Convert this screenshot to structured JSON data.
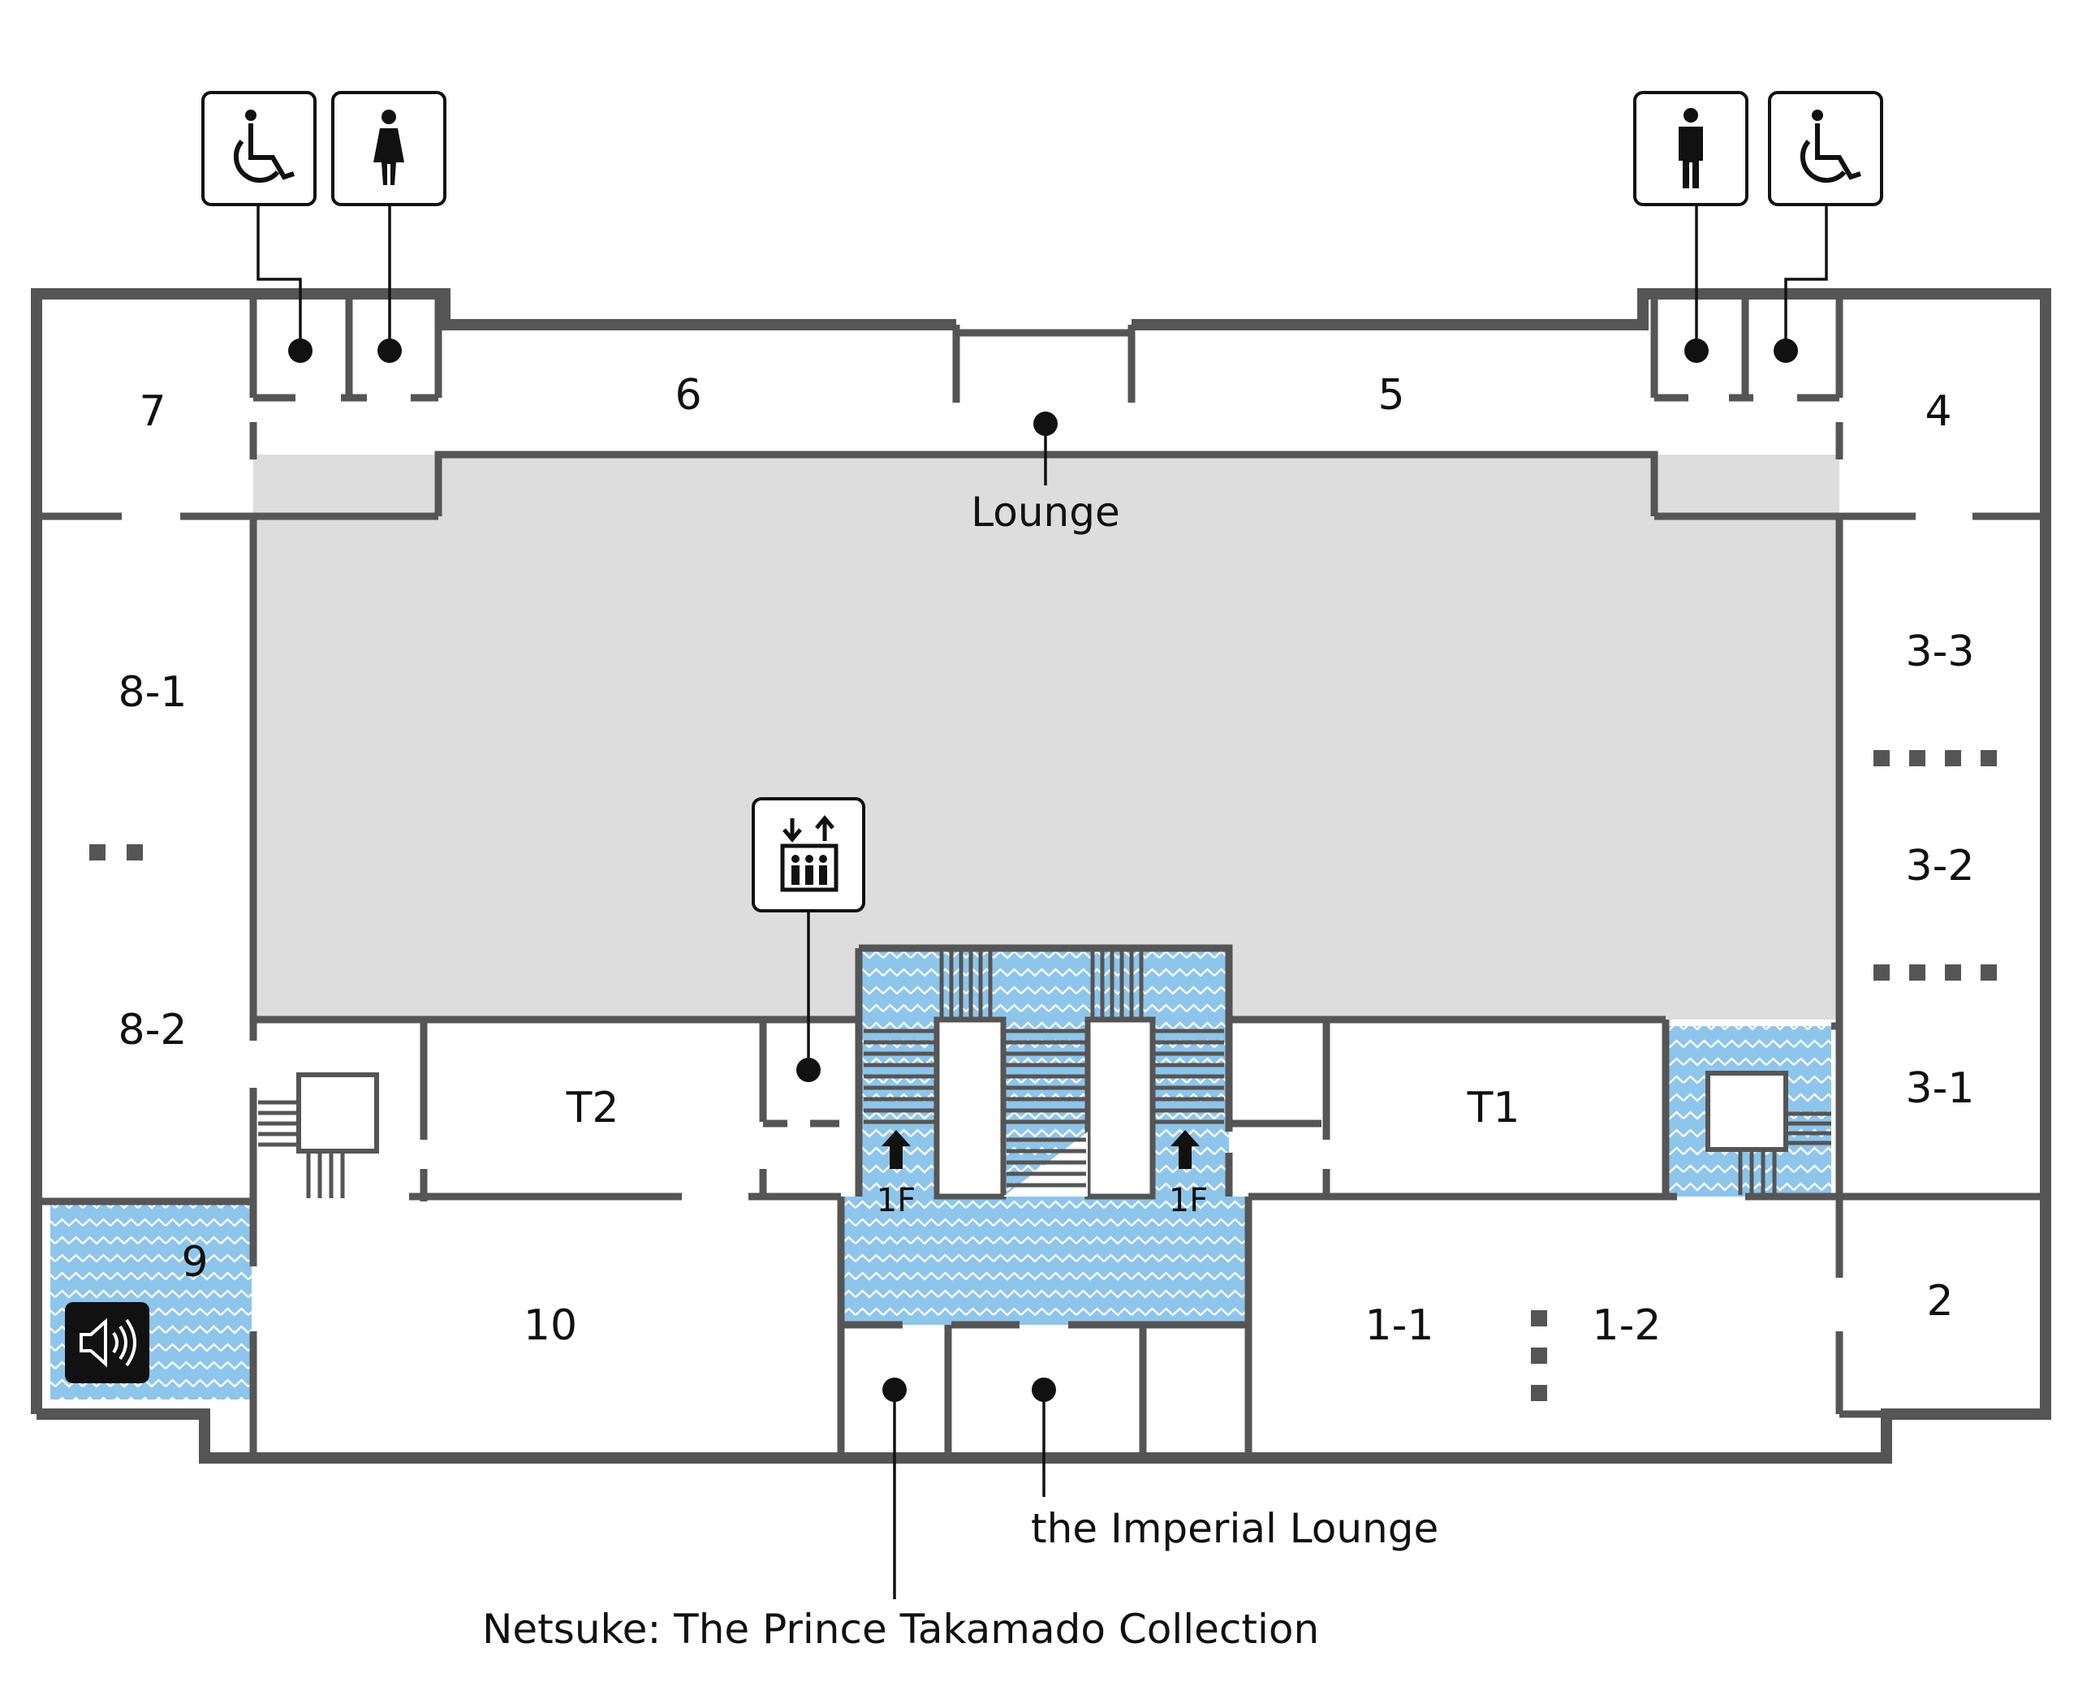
{
  "colors": {
    "wall": "#555555",
    "inner_courtyard": "#dddddd",
    "accessible_area": "#8ec5ea",
    "accessible_wave": "#ffffff",
    "text": "#111111"
  },
  "rooms": {
    "r7": "7",
    "r6": "6",
    "r5": "5",
    "r4": "4",
    "r8_1": "8-1",
    "r8_2": "8-2",
    "r3_3": "3-3",
    "r3_2": "3-2",
    "r3_1": "3-1",
    "rT2": "T2",
    "rT1": "T1",
    "r9": "9",
    "r10": "10",
    "r1_1": "1-1",
    "r1_2": "1-2",
    "r2": "2"
  },
  "floor_markers": {
    "left": "1F",
    "right": "1F"
  },
  "callouts": {
    "lounge": "Lounge",
    "imperial_lounge": "the Imperial Lounge",
    "netsuke": "Netsuke: The Prince Takamado Collection"
  },
  "icons": [
    "wheelchair-accessible-toilet-icon",
    "womens-toilet-icon",
    "mens-toilet-icon",
    "elevator-icon",
    "audio-guide-speaker-icon",
    "up-arrow-icon"
  ]
}
